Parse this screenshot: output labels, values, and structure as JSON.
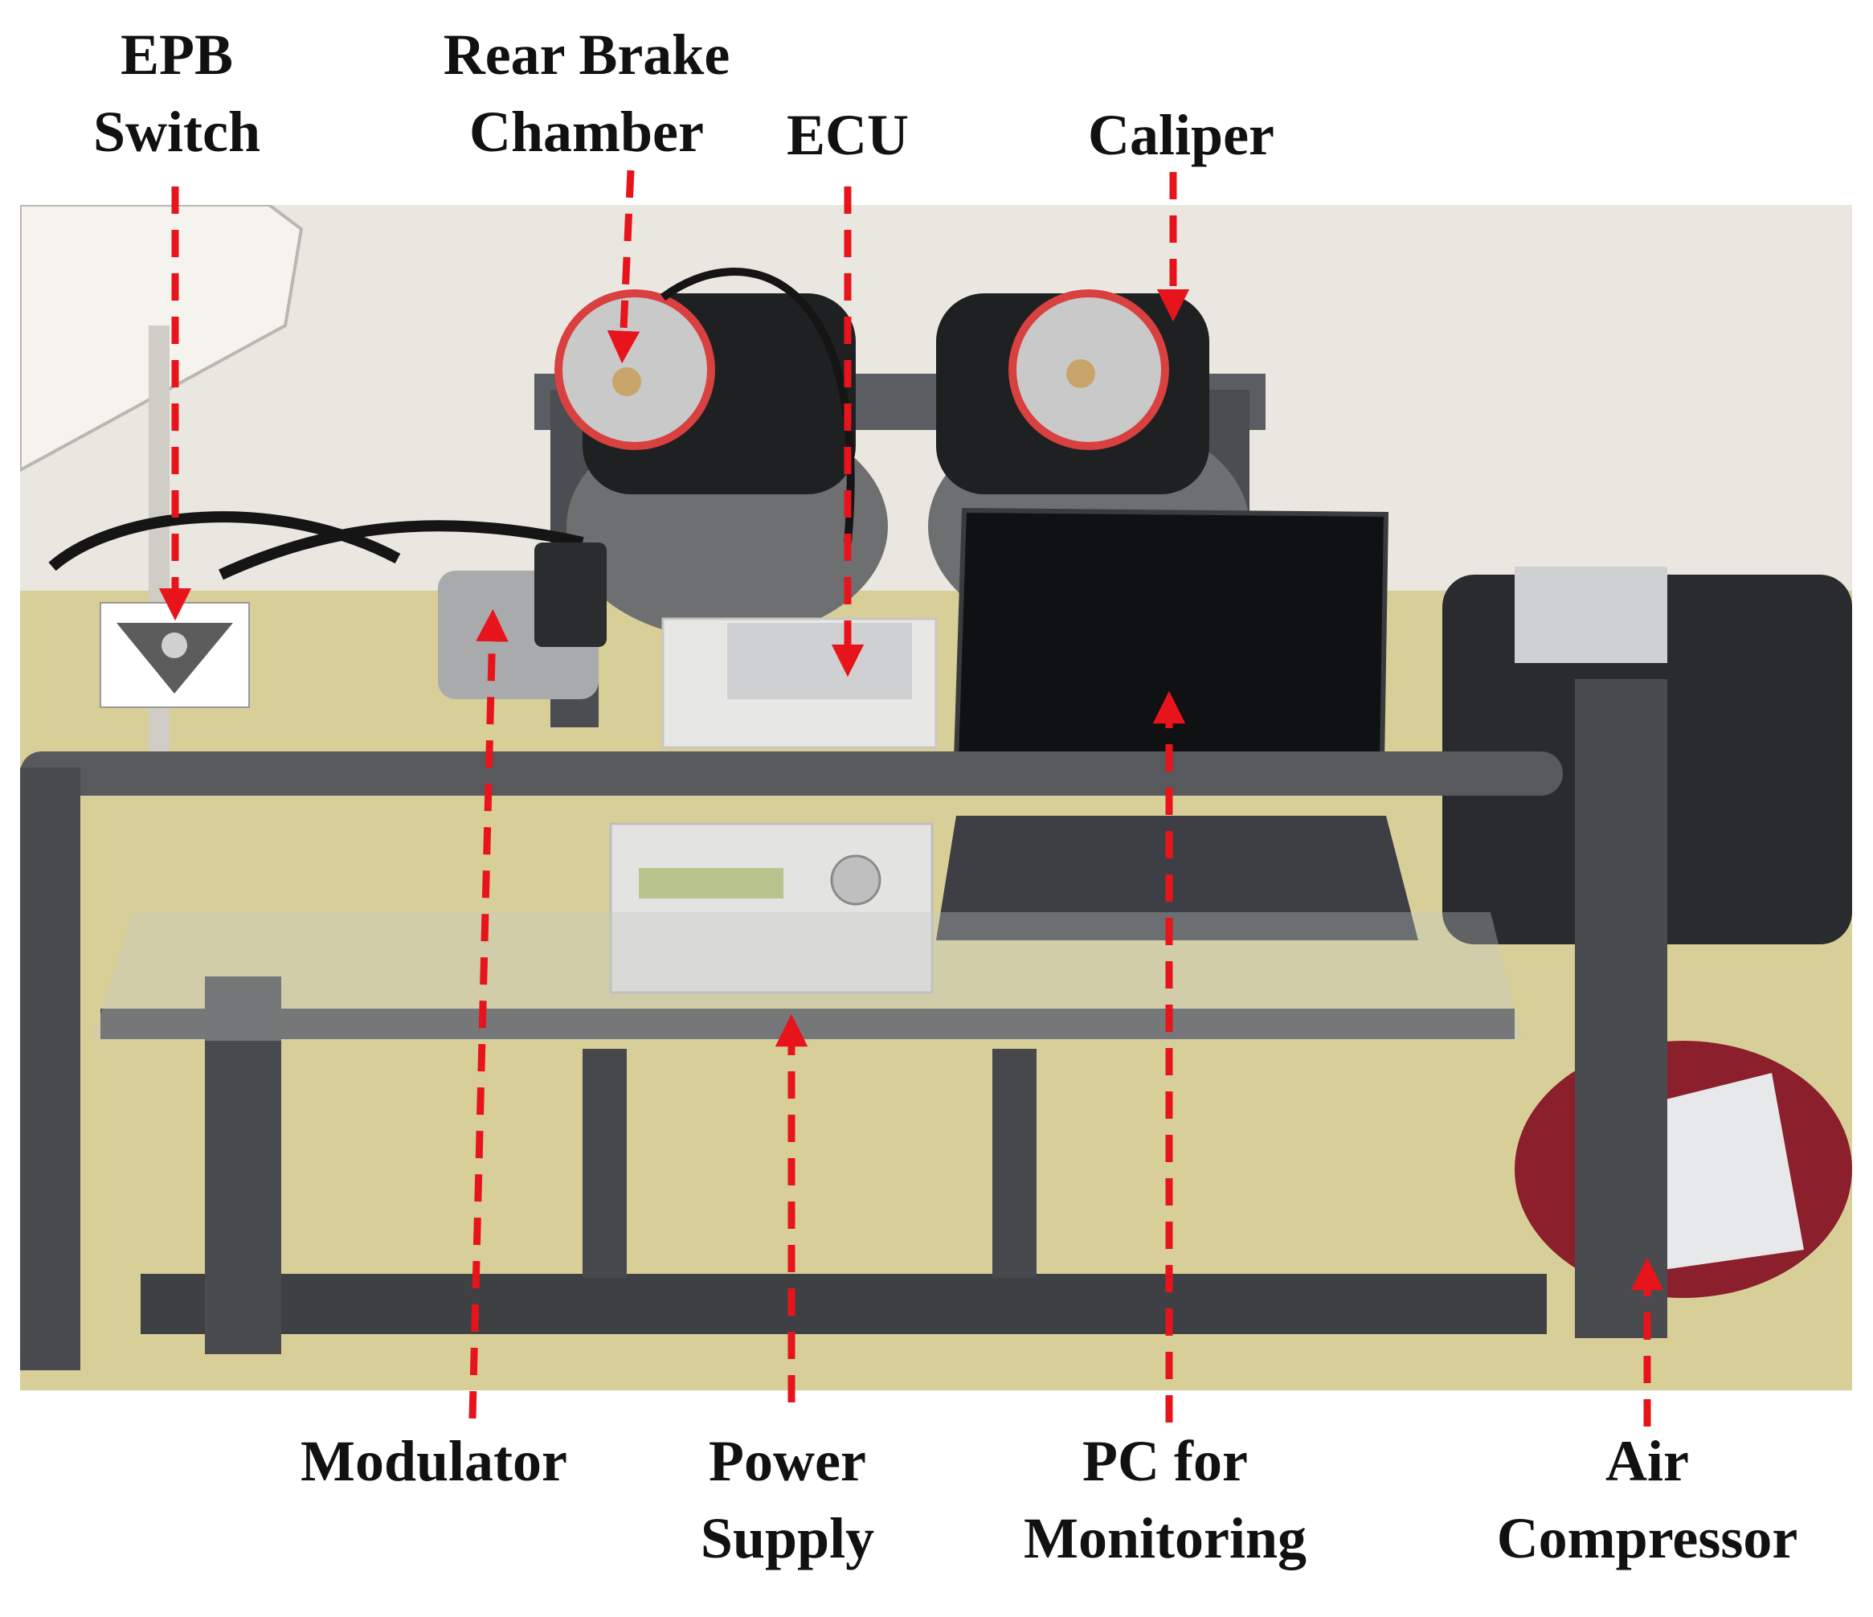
{
  "labels": {
    "epb_switch": [
      "EPB",
      "Switch"
    ],
    "rear_brake_chamber": [
      "Rear Brake",
      "Chamber"
    ],
    "ecu": [
      "ECU"
    ],
    "caliper": [
      "Caliper"
    ],
    "modulator": [
      "Modulator"
    ],
    "power_supply": [
      "Power",
      "Supply"
    ],
    "pc_monitoring": [
      "PC for",
      "Monitoring"
    ],
    "air_compressor": [
      "Air",
      "Compressor"
    ]
  },
  "colors": {
    "arrow": "#e8141c",
    "frame": "#4a4d52",
    "floor": "#d8cf98",
    "wall": "#e9e7df"
  }
}
